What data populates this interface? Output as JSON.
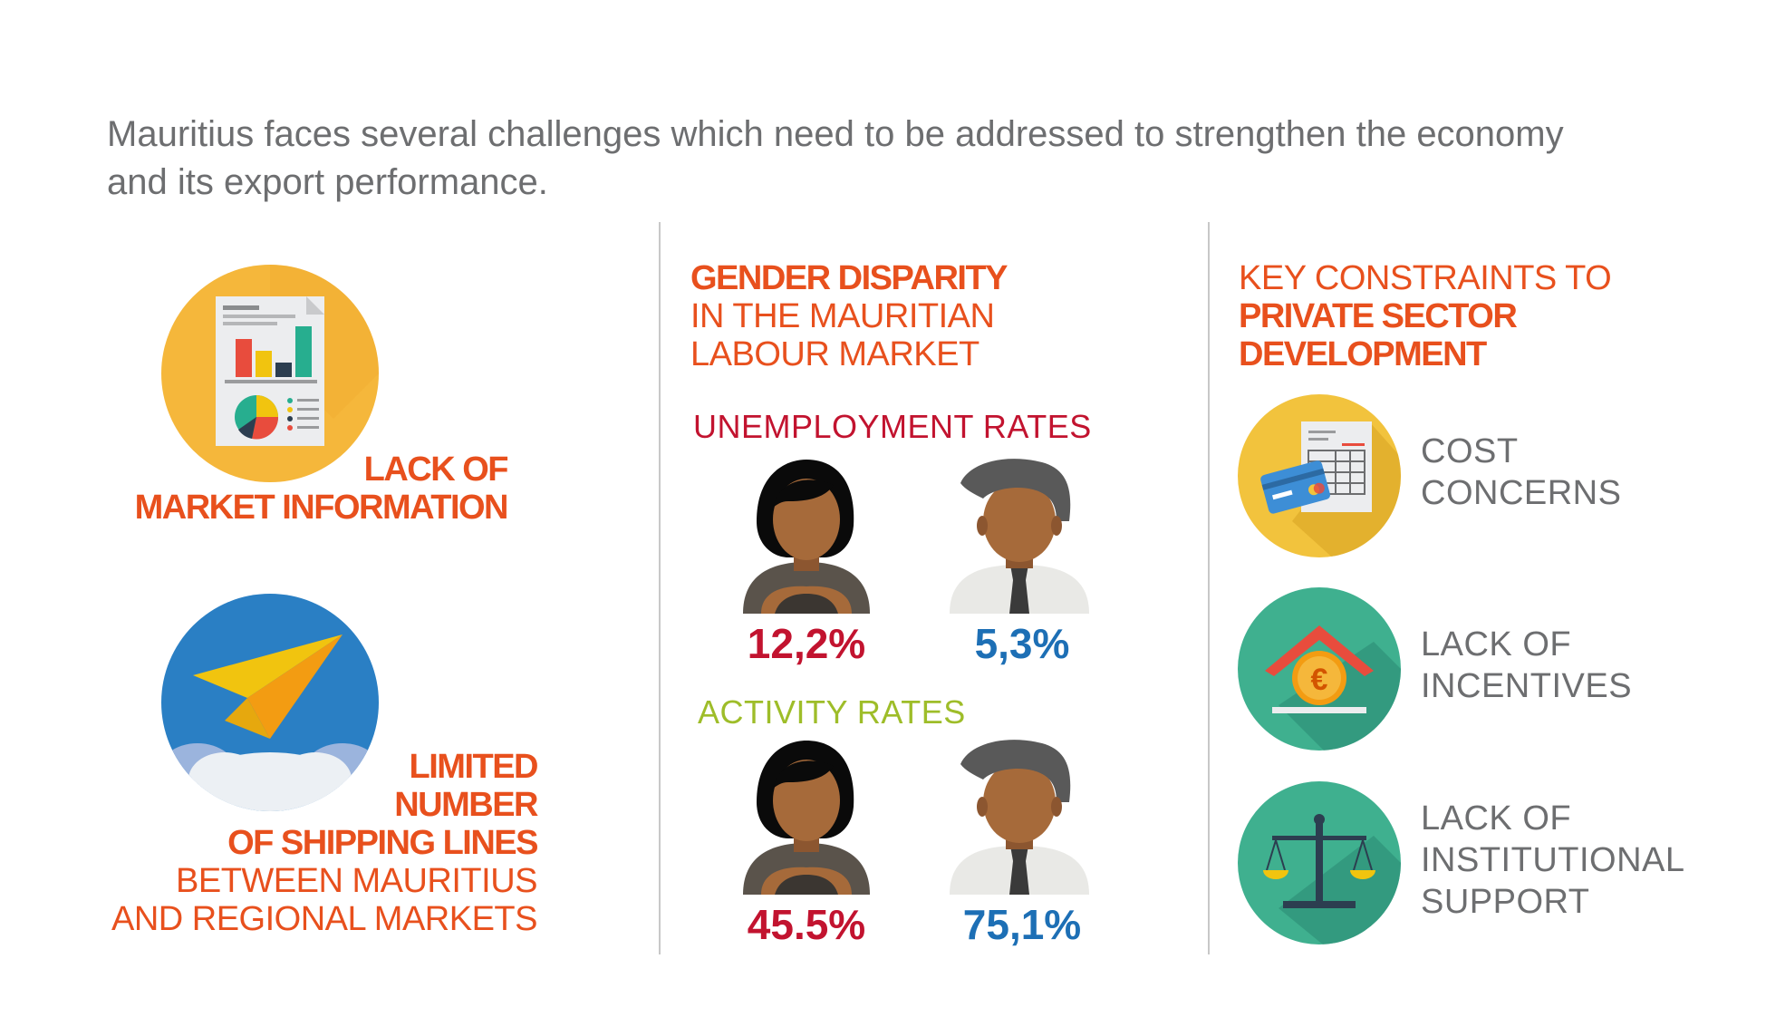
{
  "intro": {
    "line1": "Mauritius faces several challenges which need to be addressed to strengthen the economy",
    "line2": "and its export performance."
  },
  "left": {
    "market": {
      "line1": "LACK OF",
      "line2": "MARKET INFORMATION",
      "icon": "report-document-icon"
    },
    "shipping": {
      "line1": "LIMITED",
      "line2": "NUMBER",
      "line3": "OF SHIPPING LINES",
      "line4": "BETWEEN MAURITIUS",
      "line5": "AND REGIONAL MARKETS",
      "icon": "paper-plane-icon"
    }
  },
  "middle": {
    "title_bold": "GENDER DISPARITY",
    "title_line2": "IN THE MAURITIAN",
    "title_line3": "LABOUR MARKET",
    "unemployment": {
      "label": "UNEMPLOYMENT RATES",
      "women": "12,2%",
      "men": "5,3%"
    },
    "activity": {
      "label": "ACTIVITY RATES",
      "women": "45.5%",
      "men": "75,1%"
    }
  },
  "right": {
    "title_line1": "KEY CONSTRAINTS TO",
    "title_line2": "PRIVATE SECTOR",
    "title_line3": "DEVELOPMENT",
    "items": [
      {
        "line1": "COST",
        "line2": "CONCERNS",
        "icon": "invoice-card-icon"
      },
      {
        "line1": "LACK OF",
        "line2": "INCENTIVES",
        "icon": "euro-house-icon"
      },
      {
        "line1": "LACK OF",
        "line2": "INSTITUTIONAL",
        "line3": "SUPPORT",
        "icon": "balance-scale-icon"
      }
    ]
  },
  "colors": {
    "orange": "#e8501d",
    "red": "#c2132f",
    "blue": "#1d6fb5",
    "lime": "#9ebd29",
    "gray_text": "#6d6e70",
    "teal": "#3fb08f",
    "yellow_circle": "#f5b73b",
    "blue_circle": "#2a7fc4"
  }
}
